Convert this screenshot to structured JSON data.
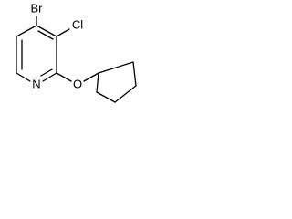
{
  "molecule": {
    "atoms": {
      "bromine": "Br",
      "chlorine": "Cl",
      "nitrogen": "N",
      "oxygen": "O"
    }
  }
}
